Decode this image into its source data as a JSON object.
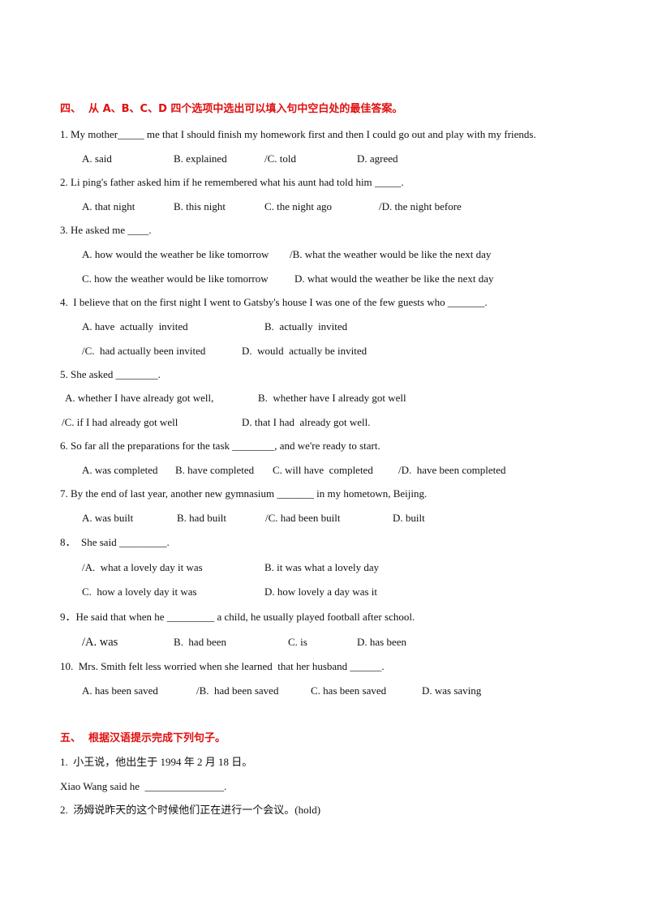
{
  "section4": {
    "heading": "四、  从 A、B、C、D 四个选项中选出可以填入句中空白处的最佳答案。",
    "questions": [
      {
        "stem": "1. My mother_____ me that I should finish my homework first and then I could go out and play with my friends.",
        "options": [
          "A. said",
          "B. explained",
          "/C. told",
          "D. agreed"
        ]
      },
      {
        "stem": "2. Li ping's father asked him if he remembered what his aunt had told him _____.",
        "options": [
          "A. that night",
          "B. this night",
          "C. the night ago",
          "/D. the night before"
        ]
      },
      {
        "stem": "3. He asked me ____.",
        "options": [
          "A. how would the weather be like tomorrow",
          "/B. what the weather would be like the next day",
          "C. how the weather would be like tomorrow",
          "D. what would the weather be like the next day"
        ]
      },
      {
        "stem": "4.  I believe that on the first night I went to Gatsby's house I was one of the few guests who _______.",
        "options": [
          "A. have  actually  invited",
          "B.  actually  invited",
          "/C.  had actually been invited",
          "D.  would  actually be invited"
        ]
      },
      {
        "stem": "5. She asked ________.",
        "options": [
          "A. whether I have already got well,",
          "B.  whether have I already got well",
          "/C. if I had already got well",
          "D. that I had  already got well."
        ]
      },
      {
        "stem": "6. So far all the preparations for the task ________, and we're ready to start.",
        "options": [
          "A. was completed",
          "B. have completed",
          "C. will have  completed",
          "/D.  have been completed"
        ]
      },
      {
        "stem": "7. By the end of last year, another new gymnasium _______ in my hometown, Beijing.",
        "options": [
          "A. was built",
          "B. had built",
          "/C. had been built",
          "D. built"
        ]
      },
      {
        "stem": "8．  She said _________.",
        "options": [
          "/A.  what a lovely day it was",
          "B. it was what a lovely day",
          "C.  how a lovely day it was",
          "D. how lovely a day was it"
        ]
      },
      {
        "stem": "9．He said that when he _________ a child, he usually played football after school.",
        "options": [
          "/A. was",
          "B.  had been",
          "C. is",
          "D. has been"
        ]
      },
      {
        "stem": "10.  Mrs. Smith felt less worried when she learned  that her husband ______.",
        "options": [
          "A. has been saved",
          "/B.  had been saved",
          "C. has been saved",
          "D. was saving"
        ]
      }
    ]
  },
  "section5": {
    "heading": "五、  根据汉语提示完成下列句子。",
    "items": [
      {
        "prompt": "1.  小王说，他出生于 1994 年 2 月 18 日。",
        "answer_line": "Xiao Wang said he  _______________."
      },
      {
        "prompt": "2.  汤姆说昨天的这个时候他们正在进行一个会议。(hold)"
      }
    ]
  }
}
